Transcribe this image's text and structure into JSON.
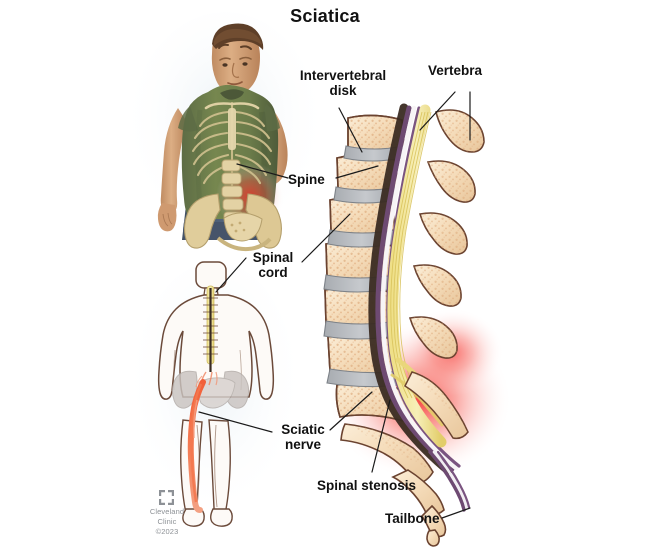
{
  "figure": {
    "title": "Sciatica",
    "background_color": "#ffffff",
    "text_color": "#111111"
  },
  "labels": {
    "intervertebral_disk": "Intervertebral\ndisk",
    "vertebra": "Vertebra",
    "spine": "Spine",
    "spinal_cord": "Spinal\ncord",
    "sciatic_nerve": "Sciatic\nnerve",
    "spinal_stenosis": "Spinal stenosis",
    "tailbone": "Tailbone"
  },
  "credit": {
    "organization_line1": "Cleveland",
    "organization_line2": "Clinic",
    "copyright": "©2023",
    "mark": "cleveland-clinic-square-mark"
  },
  "illustrations": {
    "torso": {
      "name": "man-with-skeletal-overlay",
      "description": "Standing man in green t-shirt with translucent skeleton overlay showing ribcage, spine and pelvis, red pain glow at lower back",
      "shirt_color": "#6f7f52",
      "skin_color": "#d8a87f",
      "hair_color": "#6b4a2f",
      "pants_color": "#4a5a6e",
      "bone_color": "#ded0a3",
      "pain_color": "#e0352b"
    },
    "posterior_body": {
      "name": "posterior-body-with-sciatic-nerve",
      "description": "Rear view body outline with yellow spinal cord, gray pelvis and red-orange sciatic nerve down the left leg",
      "outline_color": "#6b4a3a",
      "cord_color": "#f2e07a",
      "pelvis_color": "#c9c3c0",
      "nerve_color": "#f0603c"
    },
    "spine_section": {
      "name": "lumbar-spine-cross-section",
      "description": "Sagittal cross-section of lower spine with vertebral bodies, intervertebral disks, spinal canal, cauda equina and coccyx, with red glow at the stenosis",
      "bone_fill": "#f6dcc0",
      "bone_speckle": "#dda77a",
      "bone_outline": "#6b4330",
      "disk_color": "#b9bcc0",
      "canal_color": "#f4e79a",
      "dura_color": "#6e4a72",
      "pain_color": "#f0312a"
    }
  }
}
